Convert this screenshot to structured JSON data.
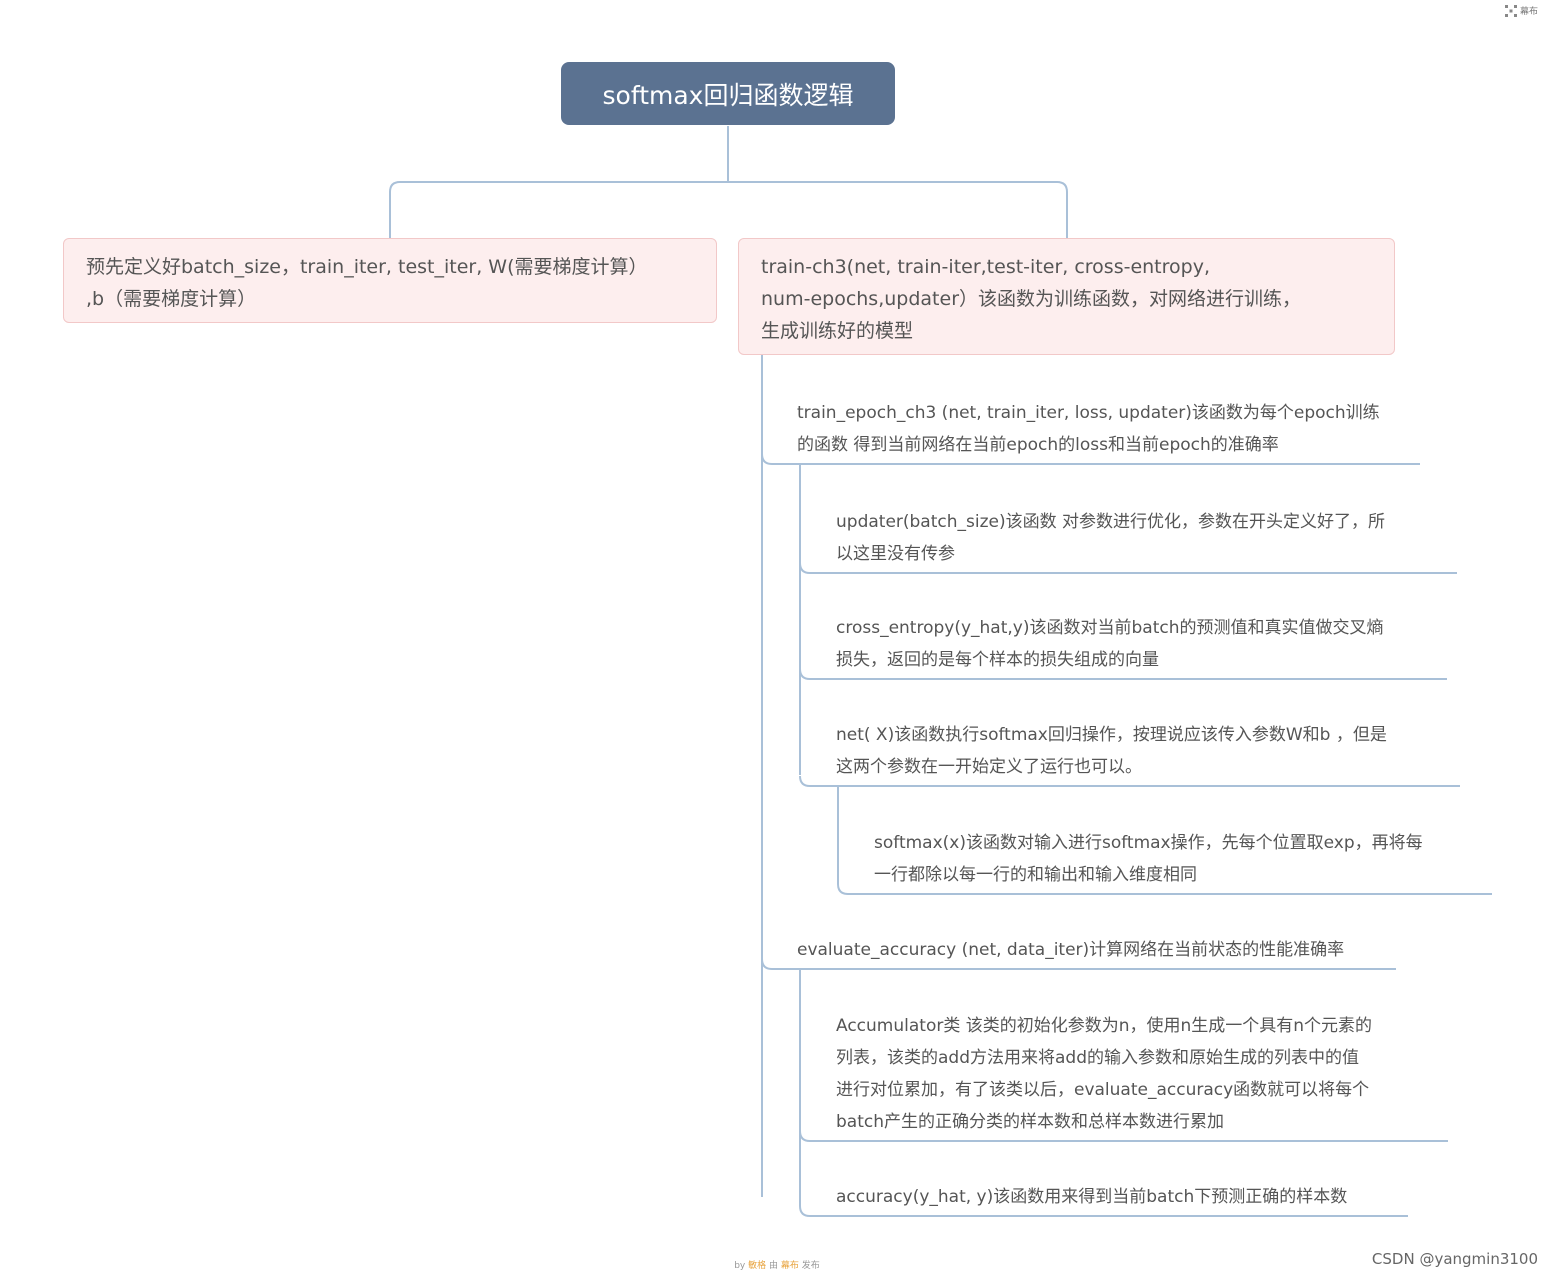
{
  "brand": {
    "text": "幕布"
  },
  "root": {
    "title": "softmax回归函数逻辑"
  },
  "branch1": {
    "lines": [
      "预先定义好batch_size，train_iter, test_iter, W(需要梯度计算）",
      ",b（需要梯度计算）"
    ]
  },
  "branch2": {
    "lines": [
      "train-ch3(net, train-iter,test-iter, cross-entropy,",
      "num-epochs,updater）该函数为训练函数，对网络进行训练，",
      "生成训练好的模型"
    ]
  },
  "train_epoch": {
    "lines": [
      "train_epoch_ch3 (net, train_iter, loss, updater)该函数为每个epoch训练",
      "的函数 得到当前网络在当前epoch的loss和当前epoch的准确率"
    ]
  },
  "updater": {
    "lines": [
      "updater(batch_size)该函数 对参数进行优化，参数在开头定义好了，所",
      "以这里没有传参"
    ]
  },
  "cross_entropy": {
    "lines": [
      "cross_entropy(y_hat,y)该函数对当前batch的预测值和真实值做交叉熵",
      "损失，返回的是每个样本的损失组成的向量"
    ]
  },
  "net": {
    "lines": [
      "net( X)该函数执行softmax回归操作，按理说应该传入参数W和b ，但是",
      "这两个参数在一开始定义了运行也可以。"
    ]
  },
  "softmax": {
    "lines": [
      "softmax(x)该函数对输入进行softmax操作，先每个位置取exp，再将每",
      "一行都除以每一行的和输出和输入维度相同"
    ]
  },
  "evaluate": {
    "lines": [
      "evaluate_accuracy (net, data_iter)计算网络在当前状态的性能准确率"
    ]
  },
  "accumulator": {
    "lines": [
      "Accumulator类 该类的初始化参数为n，使用n生成一个具有n个元素的",
      "列表，该类的add方法用来将add的输入参数和原始生成的列表中的值",
      "进行对位累加，有了该类以后，evaluate_accuracy函数就可以将每个",
      "batch产生的正确分类的样本数和总样本数进行累加"
    ]
  },
  "accuracy": {
    "lines": [
      "accuracy(y_hat, y)该函数用来得到当前batch下预测正确的样本数"
    ]
  },
  "footer": {
    "by": "by",
    "author": "敏格",
    "mid": "由",
    "app": "幕布",
    "publish": "发布"
  },
  "watermark": "CSDN @yangmin3100",
  "colors": {
    "root_bg": "#5b7291",
    "pink_bg": "#fdeeee",
    "line": "#a9c0d8"
  }
}
